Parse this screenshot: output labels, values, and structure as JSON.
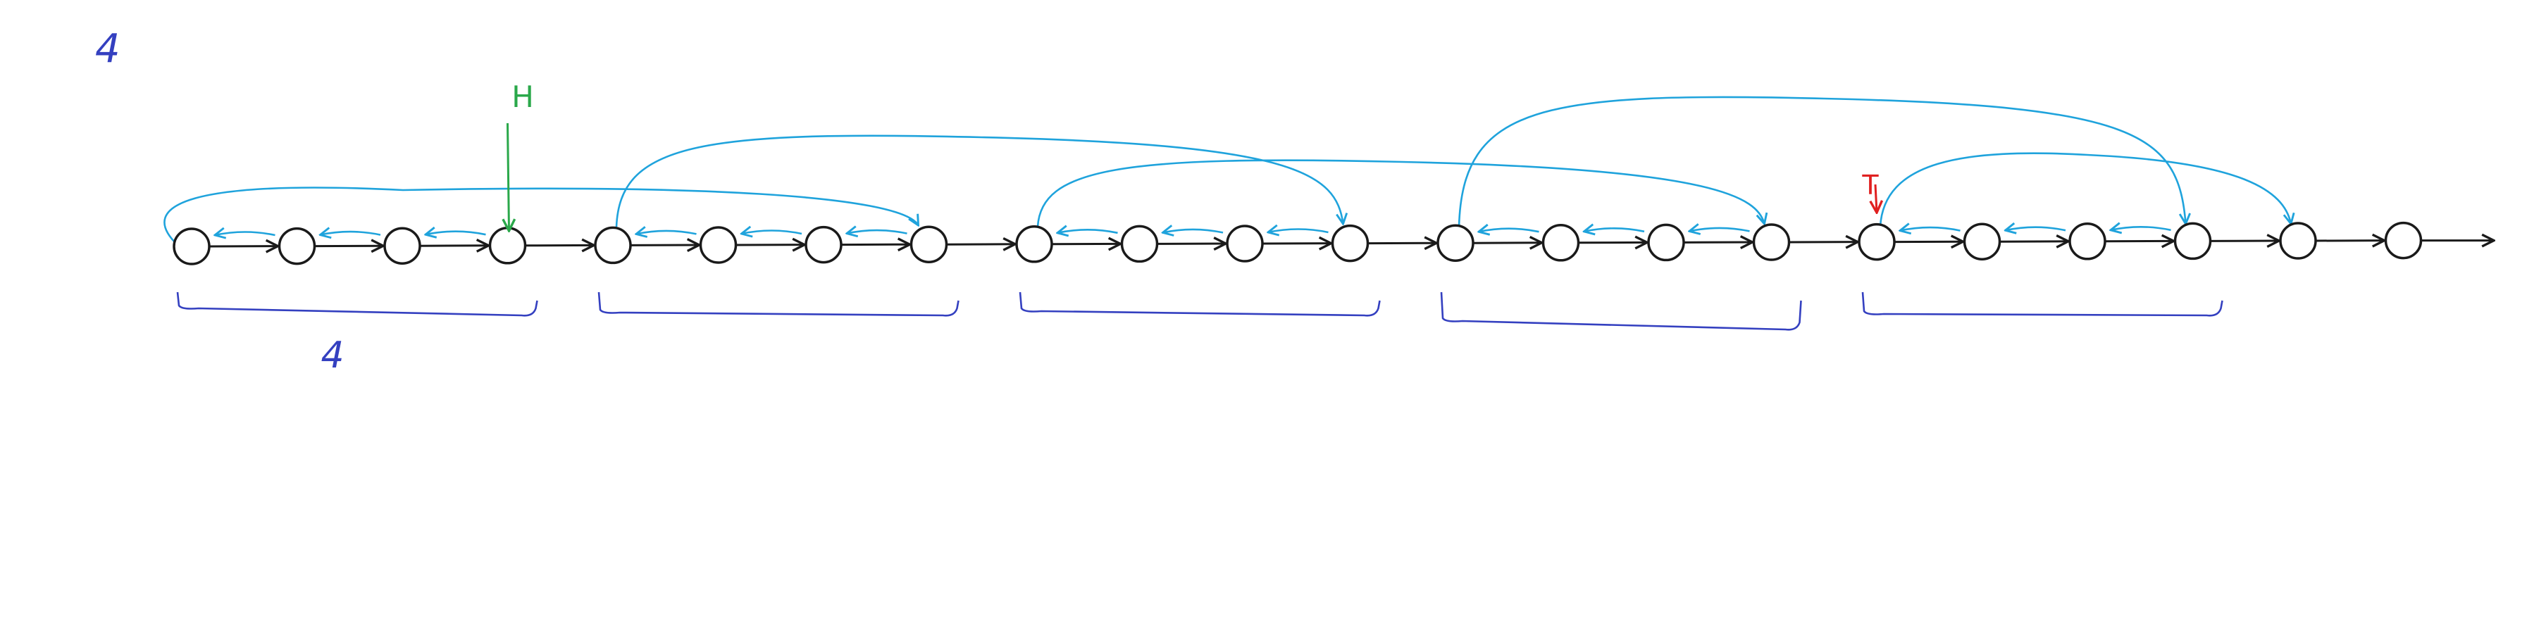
{
  "labels": {
    "corner_number": "4",
    "group_size_label": "4",
    "head_marker": "H",
    "tail_marker": "T"
  },
  "diagram": {
    "node_count": 22,
    "group_size": 4,
    "group_count": 5,
    "head_node_index": 3,
    "tail_node_index": 16,
    "reverse_arrows_within_groups": true,
    "group_link_arcs": [
      {
        "from_node": 0,
        "to_node": 7
      },
      {
        "from_node": 4,
        "to_node": 11
      },
      {
        "from_node": 8,
        "to_node": 15
      },
      {
        "from_node": 12,
        "to_node": 19
      },
      {
        "from_node": 16,
        "to_node": 20
      }
    ]
  },
  "colors": {
    "list": "#1a1a1a",
    "reverse_pointer": "#1fa3dc",
    "bracket": "#3440c0",
    "head": "#2aa84a",
    "tail": "#e02020"
  }
}
